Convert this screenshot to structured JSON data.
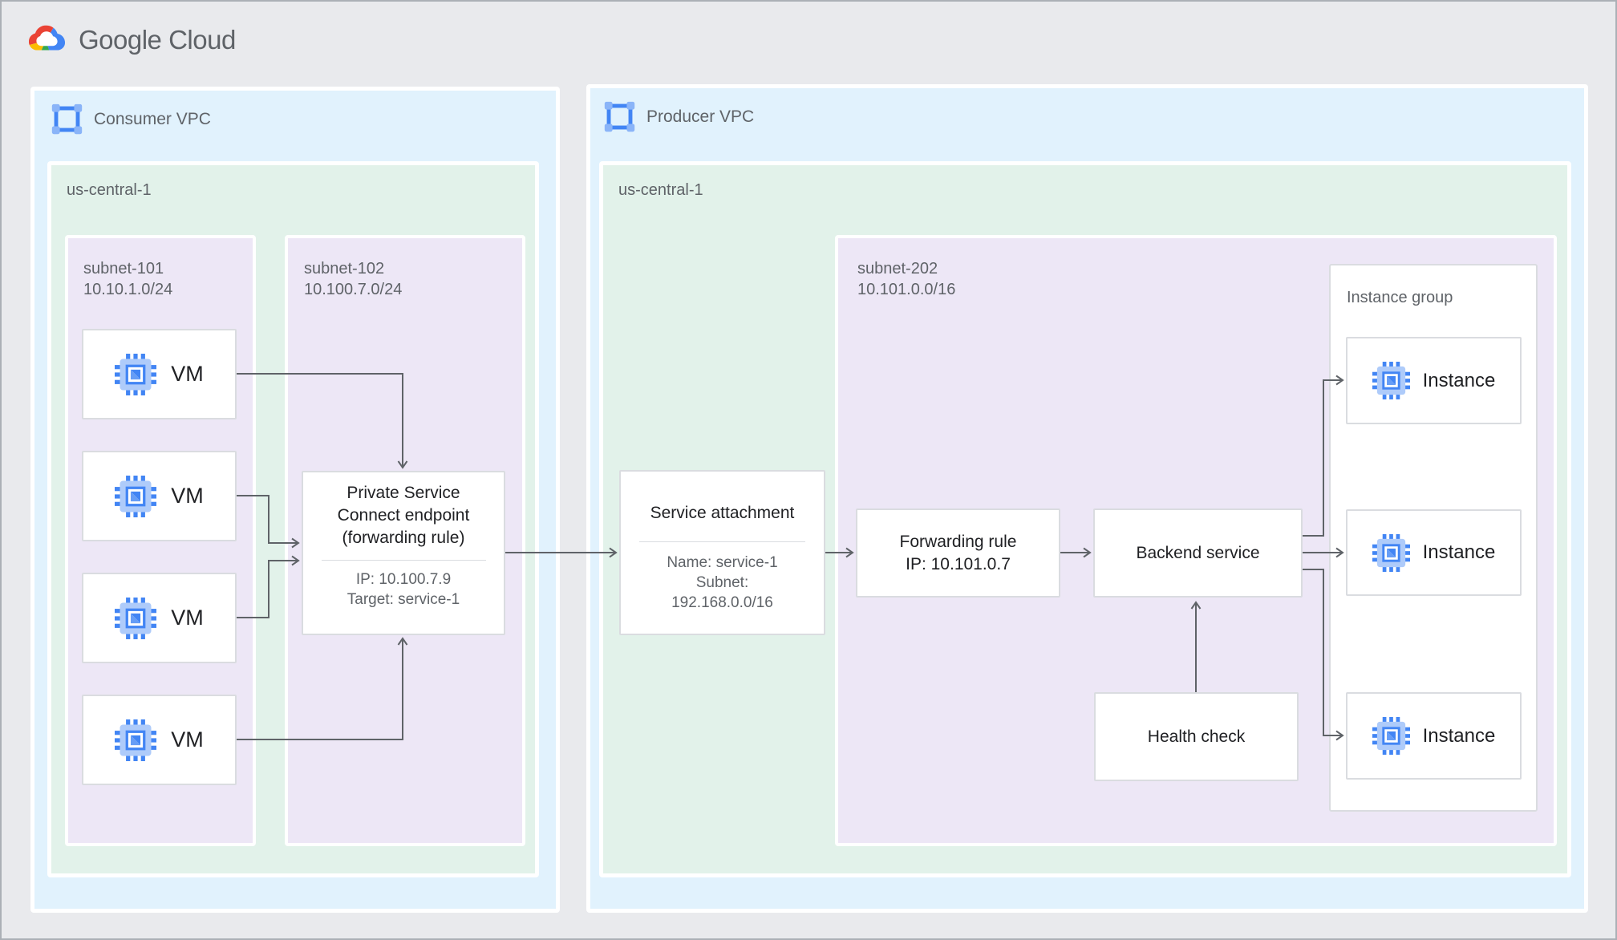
{
  "brand": {
    "logo_text": "Google Cloud"
  },
  "colors": {
    "canvas_bg": "#E9EAED",
    "vpc_bg": "#E1F2FD",
    "region_bg": "#E2F2EA",
    "subnet_bg": "#EDE7F6",
    "node_border": "#DADCE0",
    "arrow": "#5F6368",
    "text_primary": "#202124",
    "text_secondary": "#5F6368",
    "google_blue": "#4285F4",
    "google_red": "#EA4335",
    "google_yellow": "#FBBC04",
    "google_green": "#34A853",
    "icon_light_blue": "#AECBFA"
  },
  "consumer_vpc": {
    "label": "Consumer VPC",
    "region": {
      "label": "us-central-1"
    },
    "subnet_101": {
      "name": "subnet-101",
      "cidr": "10.10.1.0/24"
    },
    "subnet_102": {
      "name": "subnet-102",
      "cidr": "10.100.7.0/24"
    },
    "vms": {
      "vm1": "VM",
      "vm2": "VM",
      "vm3": "VM",
      "vm4": "VM"
    },
    "psc_endpoint": {
      "title_line1": "Private Service",
      "title_line2": "Connect endpoint",
      "title_line3": "(forwarding rule)",
      "detail_line1": "IP: 10.100.7.9",
      "detail_line2": "Target: service-1"
    }
  },
  "producer_vpc": {
    "label": "Producer VPC",
    "region": {
      "label": "us-central-1"
    },
    "subnet_202": {
      "name": "subnet-202",
      "cidr": "10.101.0.0/16"
    },
    "service_attachment": {
      "title": "Service attachment",
      "detail_line1": "Name: service-1",
      "detail_line2": "Subnet:",
      "detail_line3": "192.168.0.0/16"
    },
    "forwarding_rule": {
      "line1": "Forwarding rule",
      "line2": "IP: 10.101.0.7"
    },
    "backend_service": {
      "title": "Backend service"
    },
    "health_check": {
      "title": "Health check"
    },
    "instance_group": {
      "label": "Instance group",
      "instance1": "Instance",
      "instance2": "Instance",
      "instance3": "Instance"
    }
  },
  "connections": [
    {
      "from": "vm-1",
      "to": "psc-endpoint"
    },
    {
      "from": "vm-2",
      "to": "psc-endpoint"
    },
    {
      "from": "vm-3",
      "to": "psc-endpoint"
    },
    {
      "from": "vm-4",
      "to": "psc-endpoint"
    },
    {
      "from": "psc-endpoint",
      "to": "service-attachment"
    },
    {
      "from": "service-attachment",
      "to": "forwarding-rule"
    },
    {
      "from": "forwarding-rule",
      "to": "backend-service"
    },
    {
      "from": "health-check",
      "to": "backend-service"
    },
    {
      "from": "backend-service",
      "to": "instance-1"
    },
    {
      "from": "backend-service",
      "to": "instance-2"
    },
    {
      "from": "backend-service",
      "to": "instance-3"
    }
  ]
}
